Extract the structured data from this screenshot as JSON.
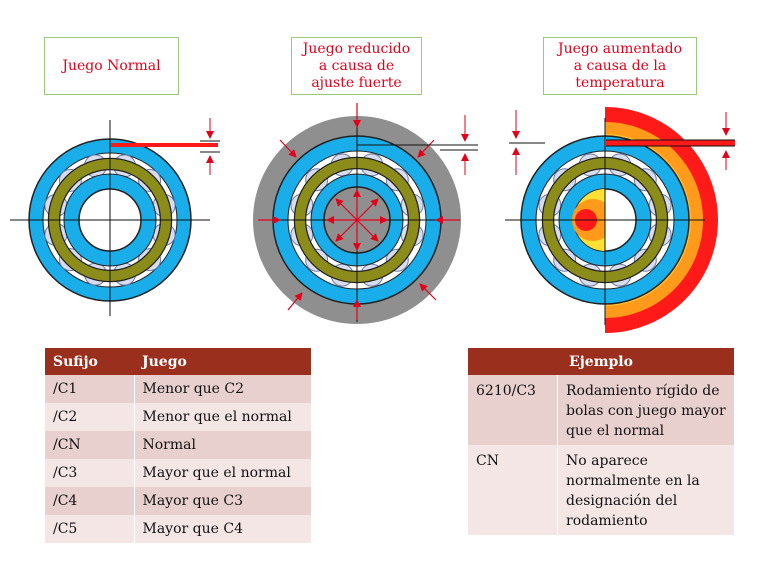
{
  "labels": {
    "normal": "Juego Normal",
    "reducido": [
      "Juego reducido",
      "a causa de",
      "ajuste fuerte"
    ],
    "aumentado": [
      "Juego aumentado",
      "a causa de la",
      "temperatura"
    ]
  },
  "colors": {
    "ring_blue": "#19aee9",
    "cage_olive": "#8c8c1a",
    "ball": "#d8dcef",
    "housing_gray": "#8f8f8f",
    "heat_red": "#ff1a1a",
    "heat_orange": "#ff9a1a",
    "heat_yellow": "#ffe033",
    "arrow_red": "#e3001b",
    "header_brown": "#9b2f1d",
    "row_dark": "#e8d0ce",
    "row_light": "#f3e6e5"
  },
  "table_sufijo": {
    "headers": [
      "Sufijo",
      "Juego"
    ],
    "rows": [
      [
        "/C1",
        "Menor que C2"
      ],
      [
        "/C2",
        "Menor que el normal"
      ],
      [
        "/CN",
        "Normal"
      ],
      [
        "/C3",
        "Mayor que el normal"
      ],
      [
        "/C4",
        "Mayor que C3"
      ],
      [
        "/C5",
        "Mayor que C4"
      ]
    ]
  },
  "table_ejemplo": {
    "header": "Ejemplo",
    "rows": [
      [
        "6210/C3",
        "Rodamiento rígido de bolas con juego mayor que el normal"
      ],
      [
        "CN",
        "No aparece normalmente en la designación del rodamiento"
      ]
    ]
  }
}
